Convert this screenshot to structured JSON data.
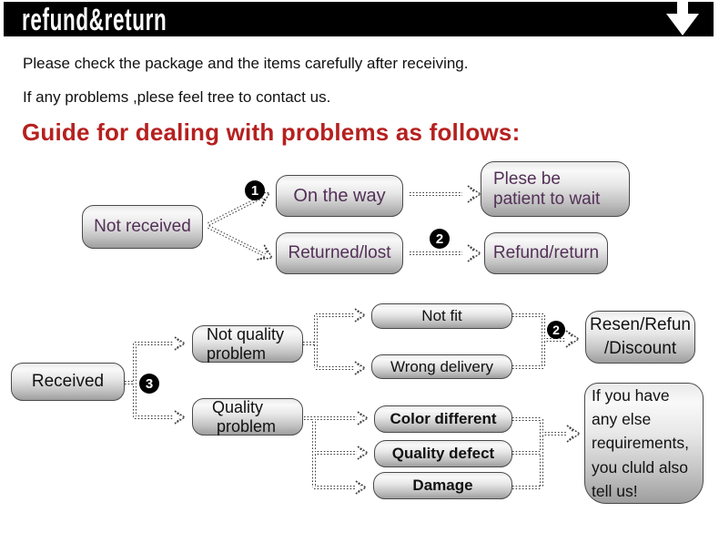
{
  "header": {
    "title": "refund&return",
    "icon": "down-arrow"
  },
  "intro": {
    "line1": "Please check the package and the items carefully after receiving.",
    "line2": "If any problems ,plese feel tree to contact us."
  },
  "guide_heading": "Guide for dealing with problems as follows:",
  "colors": {
    "header_bg": "#000000",
    "header_text": "#ffffff",
    "accent_red": "#b5201f",
    "node_text_purple": "#533057",
    "node_border": "#4a4a4a",
    "node_gradient_top": "#f9f9f9",
    "node_gradient_bottom": "#9e9e9e",
    "badge_bg": "#000000",
    "badge_text": "#ffffff"
  },
  "flowchart": {
    "nodes": [
      {
        "id": "not_received",
        "label": "Not received"
      },
      {
        "id": "on_the_way",
        "label": "On the way"
      },
      {
        "id": "returned_lost",
        "label": "Returned/lost"
      },
      {
        "id": "plese_wait",
        "label": "Plese be\npatient to wait"
      },
      {
        "id": "refund_return",
        "label": "Refund/return"
      },
      {
        "id": "received",
        "label": "Received"
      },
      {
        "id": "not_quality",
        "label": "Not quality\nproblem"
      },
      {
        "id": "quality_problem",
        "label": "Quality\n problem"
      },
      {
        "id": "not_fit",
        "label": "Not fit"
      },
      {
        "id": "wrong_delivery",
        "label": "Wrong delivery"
      },
      {
        "id": "color_different",
        "label": "Color different"
      },
      {
        "id": "quality_defect",
        "label": "Quality defect"
      },
      {
        "id": "damage",
        "label": "Damage"
      },
      {
        "id": "resen_refun",
        "label": "Resen/Refun\n/Discount"
      },
      {
        "id": "if_you_have",
        "label": "If you have\nany else\nrequirements,\nyou cluld also\ntell us!"
      }
    ],
    "badges": [
      {
        "id": "b1",
        "number": "1"
      },
      {
        "id": "b2a",
        "number": "2"
      },
      {
        "id": "b2b",
        "number": "2"
      },
      {
        "id": "b3",
        "number": "3"
      }
    ]
  }
}
